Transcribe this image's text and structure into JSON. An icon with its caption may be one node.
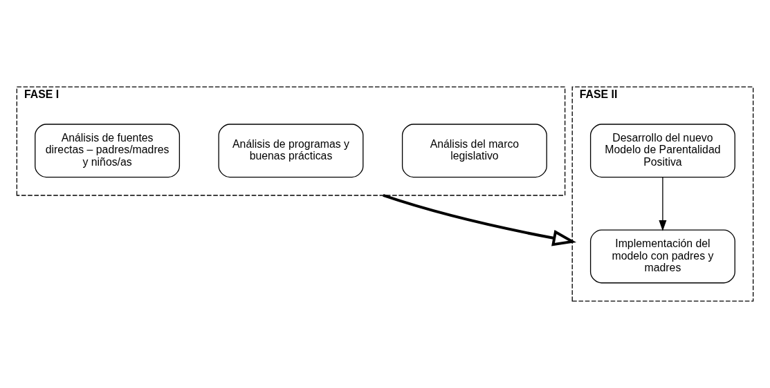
{
  "diagram": {
    "nodes": [
      {
        "text": [
          "FASE I"
        ]
      },
      {
        "text": [
          "Análisis del marco legislativo"
        ],
        "in": 0
      },
      {
        "text": [
          "Análisis de programas y buenas prácticas"
        ],
        "in": 0
      },
      {
        "text": [
          "Análisis de fuentes directas – padres/madres y niños/as"
        ],
        "in": 0
      },
      {
        "text": [
          "FASE II"
        ]
      },
      {
        "text": [
          "Desarrollo del nuevo Modelo de Parentalidad Positiva"
        ],
        "in": 4
      },
      {
        "text": [
          "Implementación del modelo con padres y madres"
        ],
        "in": 4
      }
    ],
    "edges": [
      {
        "from": 0,
        "to": 4,
        "arrow": "to",
        "style": "thick"
      },
      {
        "from": 5,
        "to": 6,
        "arrow": "to"
      }
    ]
  }
}
